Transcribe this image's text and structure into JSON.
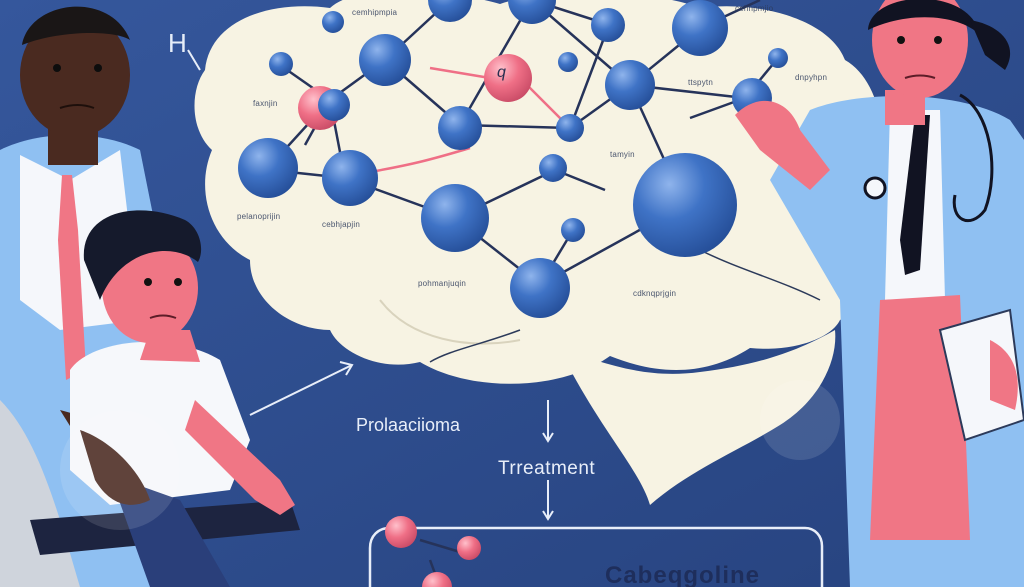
{
  "scene": {
    "corner_letter": "H",
    "node_letter": "q",
    "diagnosis": "Prolaaciioma",
    "treatment": "Trreatment",
    "drug": "Cabeqgoline",
    "tiny_labels": [
      "cemhipmpia",
      "cehhpmjio",
      "faxnjin",
      "pelanoprijin",
      "cebhjapjin",
      "ttspytn",
      "dnpyhpn",
      "tamyin",
      "pohmanjuqin",
      "cdknqprjgin"
    ]
  },
  "colors": {
    "background": "#2f4f93",
    "cloud": "#f7f3e3",
    "molecule_blue": "#3c6fc1",
    "molecule_pink": "#ef6f86",
    "coat": "#7fb4ee",
    "skin_pink": "#f07685"
  }
}
